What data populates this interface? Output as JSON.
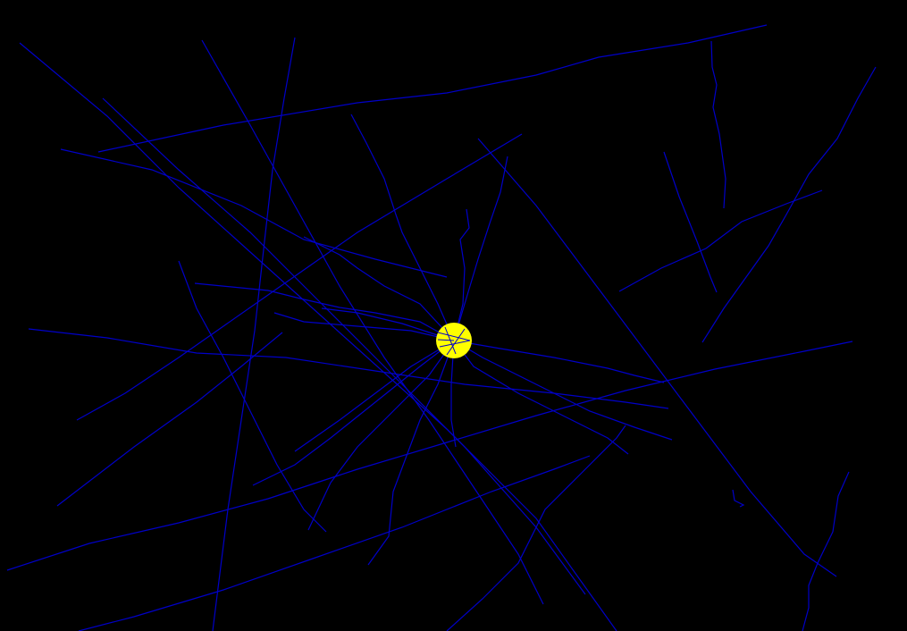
{
  "scene": {
    "background_color": "#000000",
    "line_color": "#0000c8",
    "center_circle_color": "#ffff00",
    "description_items": [
      "yellow-center-circle",
      "blue-radiating-lines",
      "blue-random-lines"
    ]
  }
}
